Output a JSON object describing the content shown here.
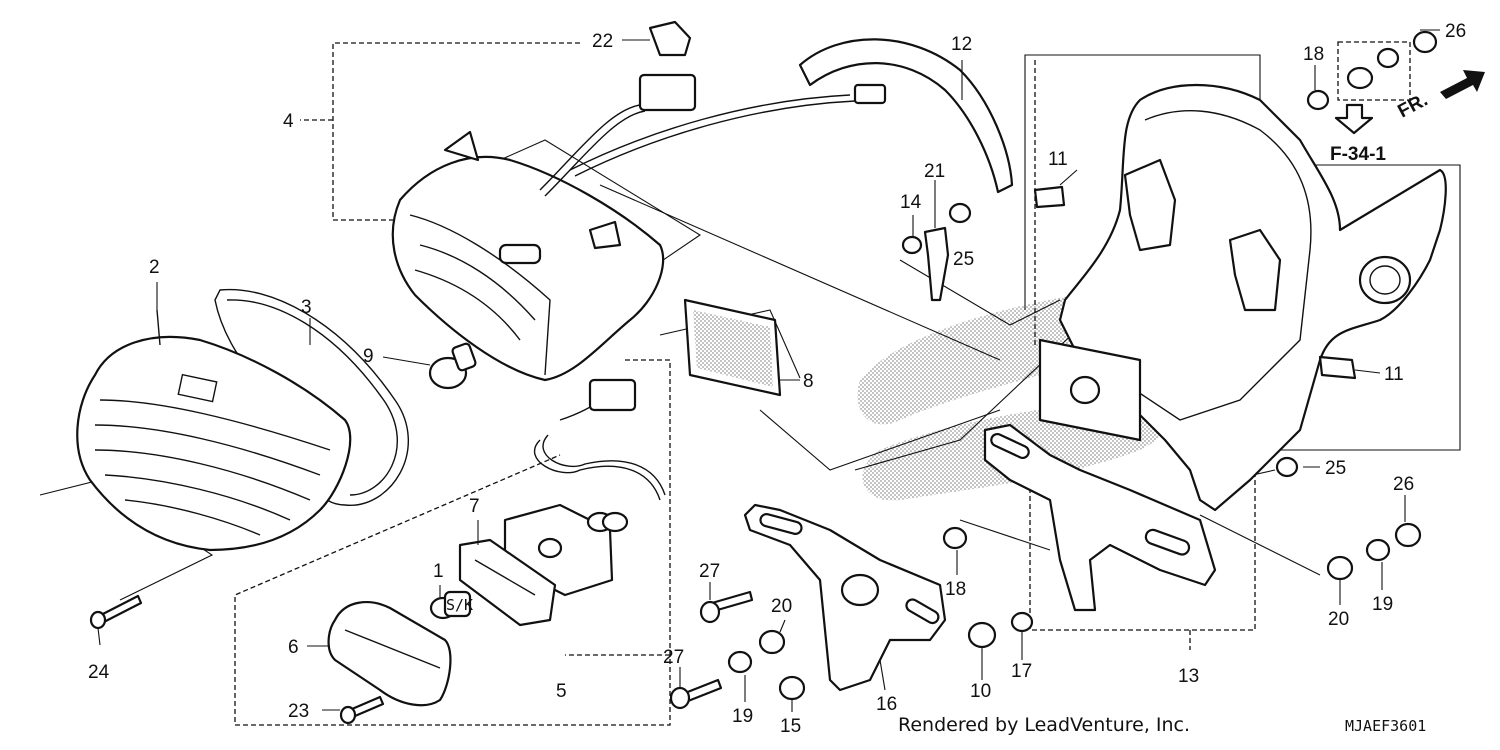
{
  "callouts": {
    "c1": "1",
    "c2": "2",
    "c3": "3",
    "c4": "4",
    "c5": "5",
    "c6": "6",
    "c7": "7",
    "c8": "8",
    "c9": "9",
    "c10": "10",
    "c11a": "11",
    "c11b": "11",
    "c12": "12",
    "c13": "13",
    "c14": "14",
    "c15": "15",
    "c16": "16",
    "c17": "17",
    "c18a": "18",
    "c18b": "18",
    "c19a": "19",
    "c19b": "19",
    "c20a": "20",
    "c20b": "20",
    "c21": "21",
    "c22": "22",
    "c23": "23",
    "c24": "24",
    "c25a": "25",
    "c25b": "25",
    "c26a": "26",
    "c26b": "26",
    "c27a": "27",
    "c27b": "27"
  },
  "reference": "F-34-1",
  "front_arrow_label": "FR.",
  "bulb_label": "S/K",
  "credit": "Rendered by LeadVenture, Inc.",
  "diagram_code": "MJAEF3601"
}
